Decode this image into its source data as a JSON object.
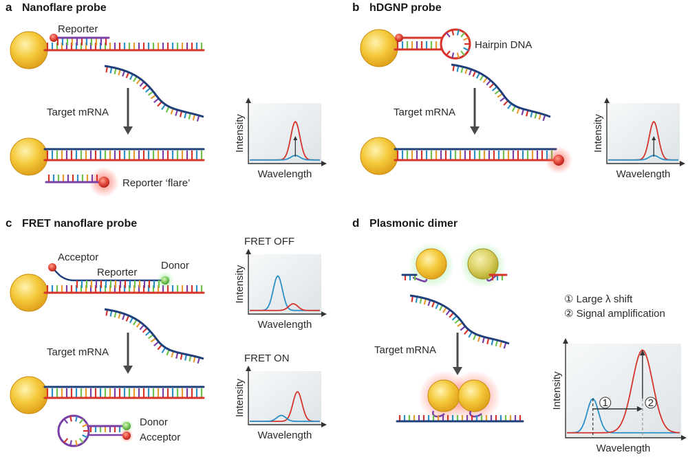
{
  "panels": {
    "a": {
      "letter": "a",
      "title": "Nanoflare probe",
      "reporter": "Reporter",
      "target": "Target mRNA",
      "flare": "Reporter ‘flare’"
    },
    "b": {
      "letter": "b",
      "title": "hDGNP probe",
      "hairpin": "Hairpin DNA",
      "target": "Target mRNA"
    },
    "c": {
      "letter": "c",
      "title": "FRET nanoflare probe",
      "acceptor": "Acceptor",
      "reporter": "Reporter",
      "donor": "Donor",
      "target": "Target mRNA",
      "fret_off": "FRET OFF",
      "fret_on": "FRET ON",
      "donor2": "Donor",
      "acceptor2": "Acceptor"
    },
    "d": {
      "letter": "d",
      "title": "Plasmonic dimer",
      "target": "Target mRNA",
      "list1": "① Large λ shift",
      "list2": "② Signal amplification",
      "mark1": "1",
      "mark2": "2"
    }
  },
  "axes": {
    "intensity": "Intensity",
    "wavelength": "Wavelength"
  },
  "colors": {
    "dna_red": "#d6332b",
    "dna_blue": "#1f3f7a",
    "gold": "#f2c230",
    "reporter_purple": "#7a3fa6",
    "spectrum_red": "#d6332b",
    "spectrum_blue": "#2a8fc7",
    "donor_green": "#6cc24a",
    "acceptor_red": "#d9504a"
  },
  "chart_data": [
    {
      "type": "line",
      "panel": "a",
      "xlabel": "Wavelength",
      "ylabel": "Intensity",
      "series": [
        {
          "color": "#d6332b",
          "peak_position": 0.65,
          "peak_height": 0.68
        },
        {
          "color": "#2a8fc7",
          "peak_position": 0.65,
          "peak_height": 0.08
        }
      ],
      "annotation": "upward arrow at peak"
    },
    {
      "type": "line",
      "panel": "b",
      "xlabel": "Wavelength",
      "ylabel": "Intensity",
      "series": [
        {
          "color": "#d6332b",
          "peak_position": 0.65,
          "peak_height": 0.68
        },
        {
          "color": "#2a8fc7",
          "peak_position": 0.65,
          "peak_height": 0.08
        }
      ],
      "annotation": "upward arrow at peak"
    },
    {
      "type": "line",
      "panel": "c",
      "title": "FRET OFF",
      "xlabel": "Wavelength",
      "ylabel": "Intensity",
      "series": [
        {
          "color": "#2a8fc7",
          "peak_position": 0.4,
          "peak_height": 0.62
        },
        {
          "color": "#d6332b",
          "peak_position": 0.62,
          "peak_height": 0.12
        }
      ]
    },
    {
      "type": "line",
      "panel": "c",
      "title": "FRET ON",
      "xlabel": "Wavelength",
      "ylabel": "Intensity",
      "series": [
        {
          "color": "#d6332b",
          "peak_position": 0.68,
          "peak_height": 0.6
        },
        {
          "color": "#2a8fc7",
          "peak_position": 0.45,
          "peak_height": 0.12
        }
      ]
    },
    {
      "type": "line",
      "panel": "d",
      "xlabel": "Wavelength",
      "ylabel": "Intensity",
      "series": [
        {
          "color": "#2a8fc7",
          "peak_position": 0.23,
          "peak_height": 0.38
        },
        {
          "color": "#d6332b",
          "peak_position": 0.67,
          "peak_height": 0.92
        }
      ],
      "annotations": [
        "1: wavelength shift arrow",
        "2: signal amplification arrow"
      ]
    }
  ]
}
